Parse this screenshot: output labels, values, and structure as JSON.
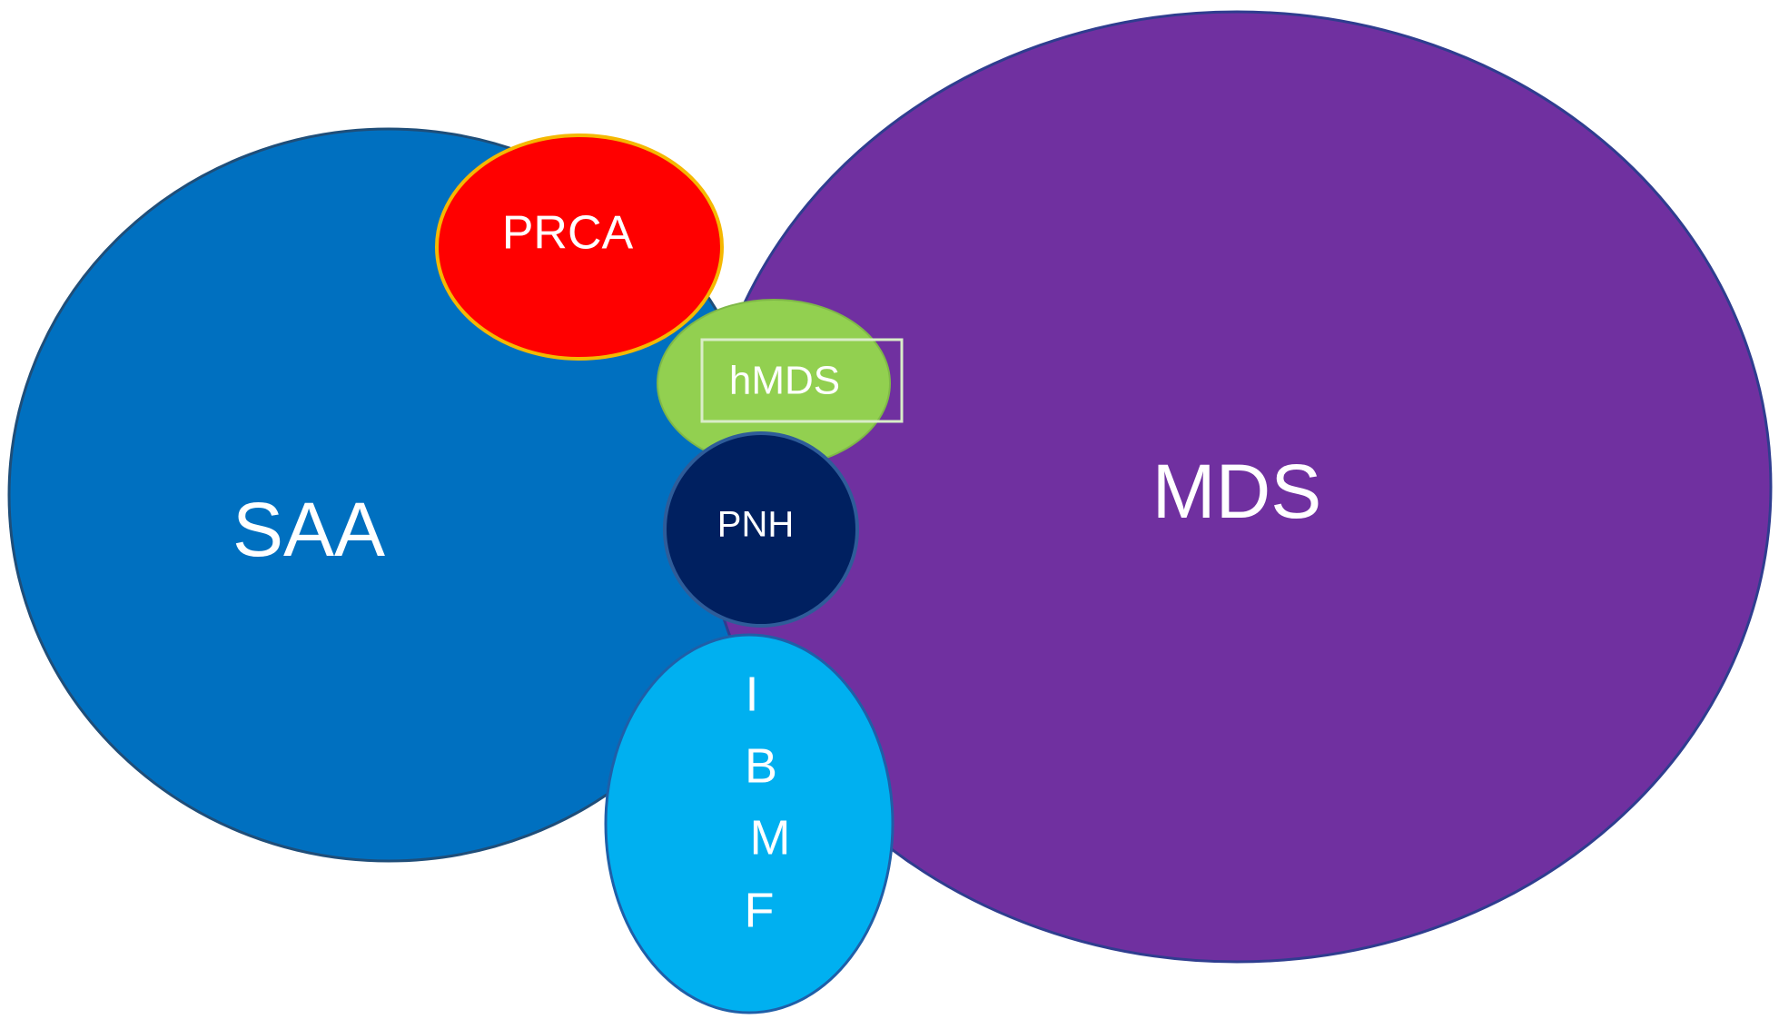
{
  "diagram": {
    "nodes": {
      "saa": {
        "label": "SAA",
        "color": "#0070C0"
      },
      "mds": {
        "label": "MDS",
        "color": "#7030A0"
      },
      "prca": {
        "label": "PRCA",
        "color": "#FF0000",
        "border_color": "#F5B800"
      },
      "hmds": {
        "label": "hMDS",
        "color": "#92D050"
      },
      "pnh": {
        "label": "PNH",
        "color": "#002060"
      },
      "ibmf": {
        "label_lines": [
          "I",
          "B",
          "M",
          "F"
        ],
        "color": "#00B0F0"
      }
    }
  }
}
